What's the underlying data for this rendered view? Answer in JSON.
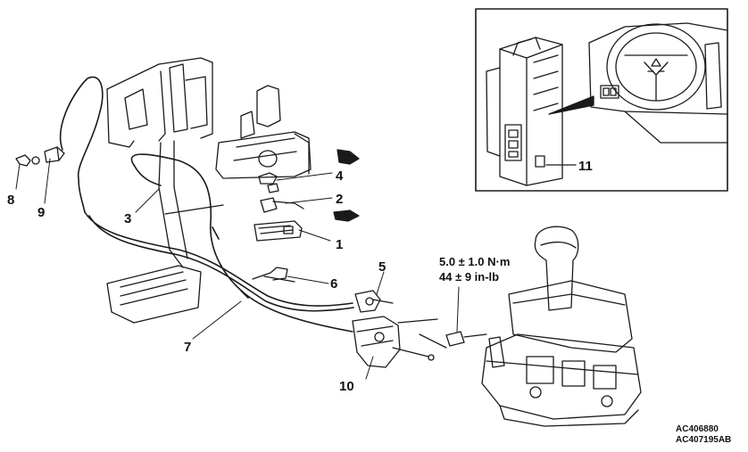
{
  "callouts": [
    "1",
    "2",
    "3",
    "4",
    "5",
    "6",
    "7",
    "8",
    "9",
    "10",
    "11"
  ],
  "torque": {
    "line1": "5.0 ± 1.0 N·m",
    "line2": "44 ± 9 in-lb"
  },
  "figure_codes": [
    "AC406880",
    "AC407195AB"
  ]
}
